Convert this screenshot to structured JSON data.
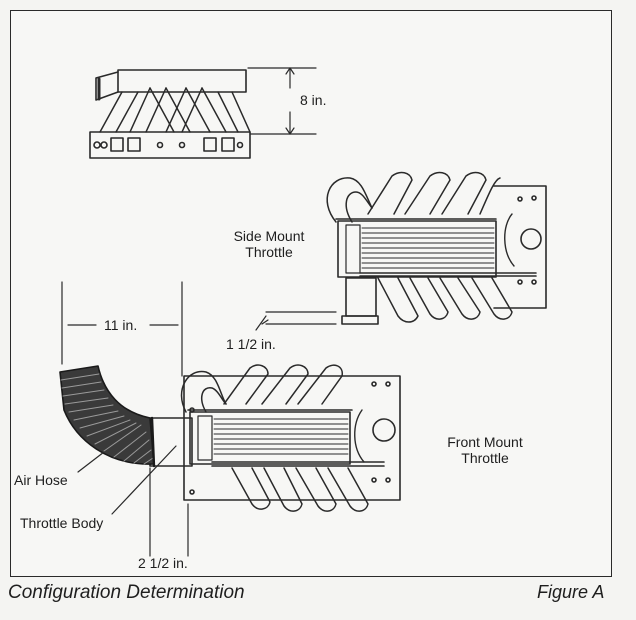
{
  "labels": {
    "top_height": "8 in.",
    "side_mount": "Side Mount\nThrottle",
    "side_gap": "1 1/2 in.",
    "hose_width": "11 in.",
    "front_mount": "Front Mount\nThrottle",
    "air_hose": "Air Hose",
    "throttle_body": "Throttle Body",
    "bottom_gap": "2 1/2 in."
  },
  "caption": {
    "left": "Configuration Determination",
    "right": "Figure A"
  }
}
